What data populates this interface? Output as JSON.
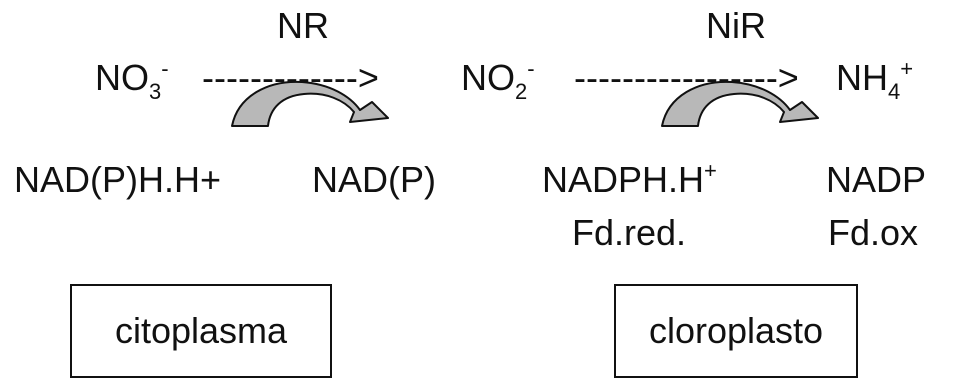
{
  "reaction1": {
    "enzyme": "NR",
    "substrate": {
      "base": "NO",
      "sub": "3",
      "sup": "-"
    },
    "arrow": "------------->",
    "product": {
      "base": "NO",
      "sub": "2",
      "sup": "-"
    },
    "cofactor_in": "NAD(P)H.H+",
    "cofactor_out": "NAD(P)",
    "location": "citoplasma"
  },
  "reaction2": {
    "enzyme": "NiR",
    "arrow": "----------------->",
    "product": {
      "base": "NH",
      "sub": "4",
      "sup": "+"
    },
    "cofactor_in": {
      "base": "NADPH.H",
      "sup": "+"
    },
    "cofactor_in_alt": "Fd.red.",
    "cofactor_out": "NADP",
    "cofactor_out_alt": "Fd.ox",
    "location": "cloroplasto"
  },
  "colors": {
    "arrow_fill": "#b8b8b8",
    "stroke": "#111111"
  }
}
